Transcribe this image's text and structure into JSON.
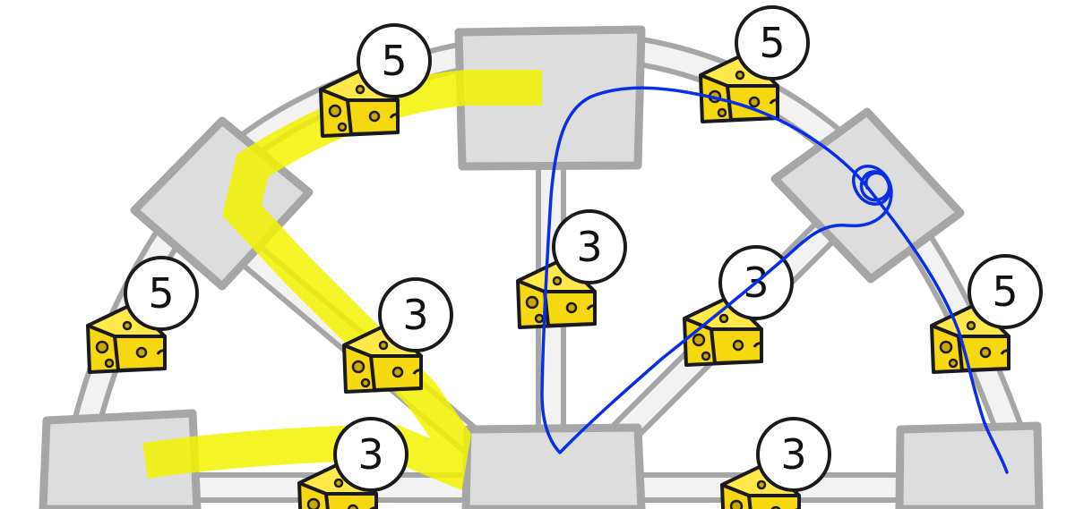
{
  "colors": {
    "room_fill": "#dddddd",
    "room_stroke": "#a6a6a6",
    "corridor_fill": "#f2f2f2",
    "corridor_stroke": "#a6a6a6",
    "highlight": "#f2f200",
    "trace": "#0a2ee8",
    "cheese": "#f5d80f"
  },
  "icons": {
    "cheese": "cheese-icon",
    "number_badge": "number-badge-icon"
  },
  "cheese_rewards": [
    {
      "id": "top-left-arc",
      "value": "5"
    },
    {
      "id": "top-right-arc",
      "value": "5"
    },
    {
      "id": "left-arc",
      "value": "5"
    },
    {
      "id": "right-arc",
      "value": "5"
    },
    {
      "id": "inner-left",
      "value": "3"
    },
    {
      "id": "inner-center",
      "value": "3"
    },
    {
      "id": "inner-right",
      "value": "3"
    },
    {
      "id": "bottom-left",
      "value": "3"
    },
    {
      "id": "bottom-right",
      "value": "3"
    }
  ]
}
